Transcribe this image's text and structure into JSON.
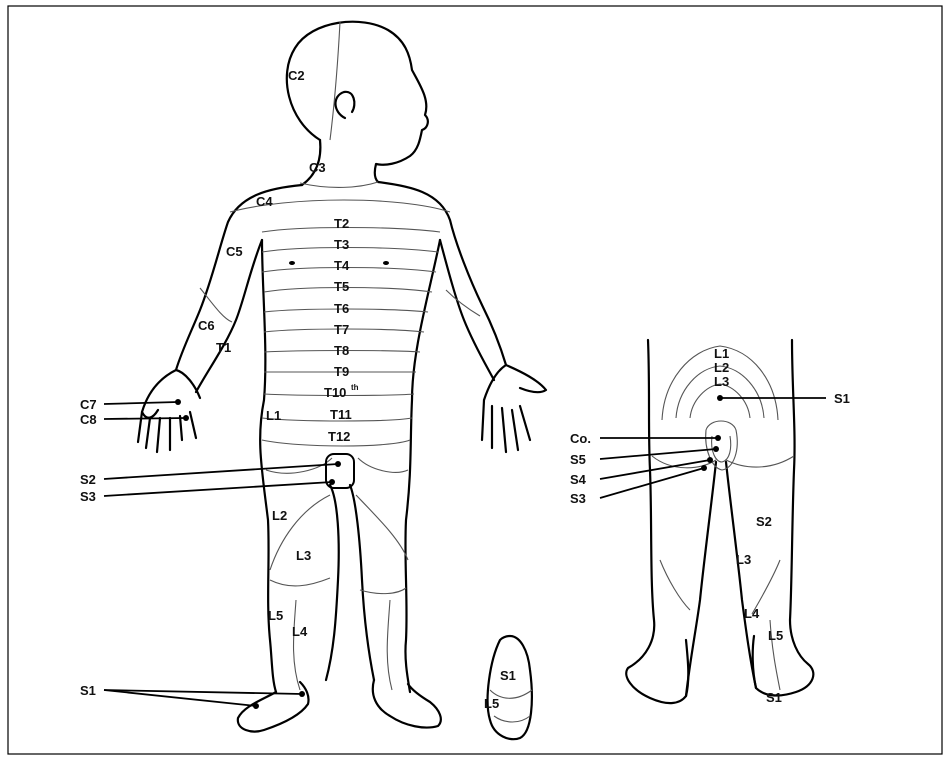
{
  "front_view": {
    "head": [
      "C2",
      "C3"
    ],
    "arm": [
      "C4",
      "C5",
      "C6",
      "T1"
    ],
    "torso": [
      "T2",
      "T3",
      "T4",
      "T5",
      "T6",
      "T7",
      "T8",
      "T9",
      "T10",
      "T11",
      "T12"
    ],
    "torso_sup": "th",
    "legs": [
      "L1",
      "L2",
      "L3",
      "L5",
      "L4"
    ],
    "callouts": [
      "C7",
      "C8",
      "S2",
      "S3",
      "S1"
    ]
  },
  "sole_view": {
    "labels": [
      "S1",
      "L5"
    ]
  },
  "back_view": {
    "spine": [
      "L1",
      "L2",
      "L3"
    ],
    "callouts": [
      "S1",
      "Co.",
      "S5",
      "S4",
      "S3"
    ],
    "legs": [
      "S2",
      "L3",
      "L4",
      "L5",
      "S1"
    ]
  }
}
